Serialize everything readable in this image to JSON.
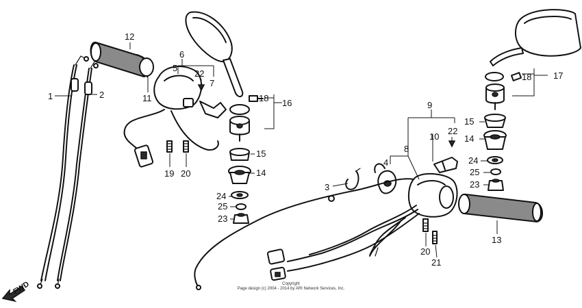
{
  "diagram": {
    "callouts": [
      "1",
      "2",
      "3",
      "4",
      "5",
      "6",
      "7",
      "8",
      "9",
      "10",
      "11",
      "12",
      "13",
      "14",
      "15",
      "16",
      "17",
      "18",
      "19",
      "20",
      "21",
      "22",
      "23",
      "24",
      "25"
    ],
    "left_assembly": {
      "cable_1": "1",
      "cable_2": "2",
      "switch_bracket_6": "6",
      "screw_5": "5",
      "wire_7": "7",
      "clip_22": "22",
      "grip_12": "12",
      "sleeve_11": "11",
      "mirror_16": "16",
      "bolt_18": "18",
      "nut_15": "15",
      "adapter_14": "14",
      "washer_24": "24",
      "lock_washer_25": "25",
      "nut_23": "23",
      "screw_19": "19",
      "screw_20": "20"
    },
    "right_assembly": {
      "switch_9": "9",
      "bracket_8": "8",
      "plate_10": "10",
      "clip_22": "22",
      "lever_4": "4",
      "band_3": "3",
      "mirror_17": "17",
      "bolt_18": "18",
      "nut_15": "15",
      "adapter_14": "14",
      "washer_24": "24",
      "lock_washer_25": "25",
      "nut_23": "23",
      "grip_13": "13",
      "screw_20": "20",
      "screw_21": "21"
    },
    "fwd_label": "FWD",
    "copyright_line1": "Copyright",
    "copyright_line2": "Page design (c) 2004 - 2014 by ARI Network Services, Inc."
  }
}
